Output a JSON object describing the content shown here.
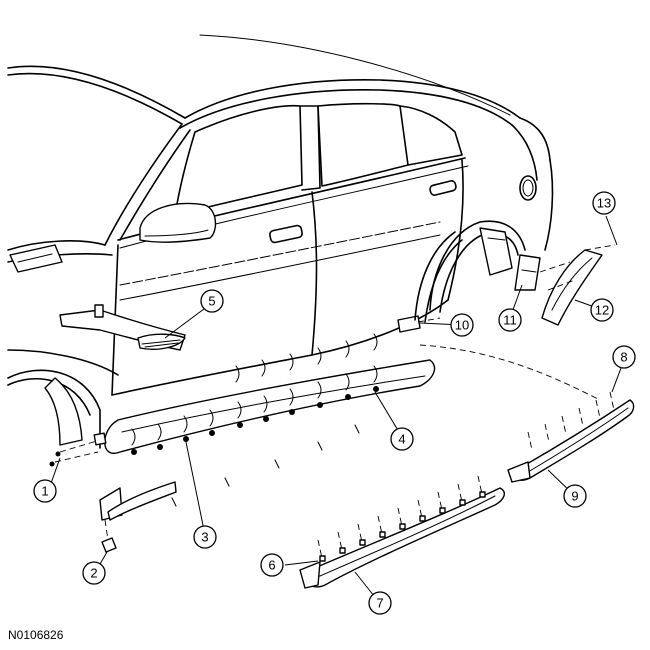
{
  "figure_id": "N0106826",
  "callouts": [
    "1",
    "2",
    "3",
    "4",
    "5",
    "6",
    "7",
    "8",
    "9",
    "10",
    "11",
    "12",
    "13"
  ]
}
